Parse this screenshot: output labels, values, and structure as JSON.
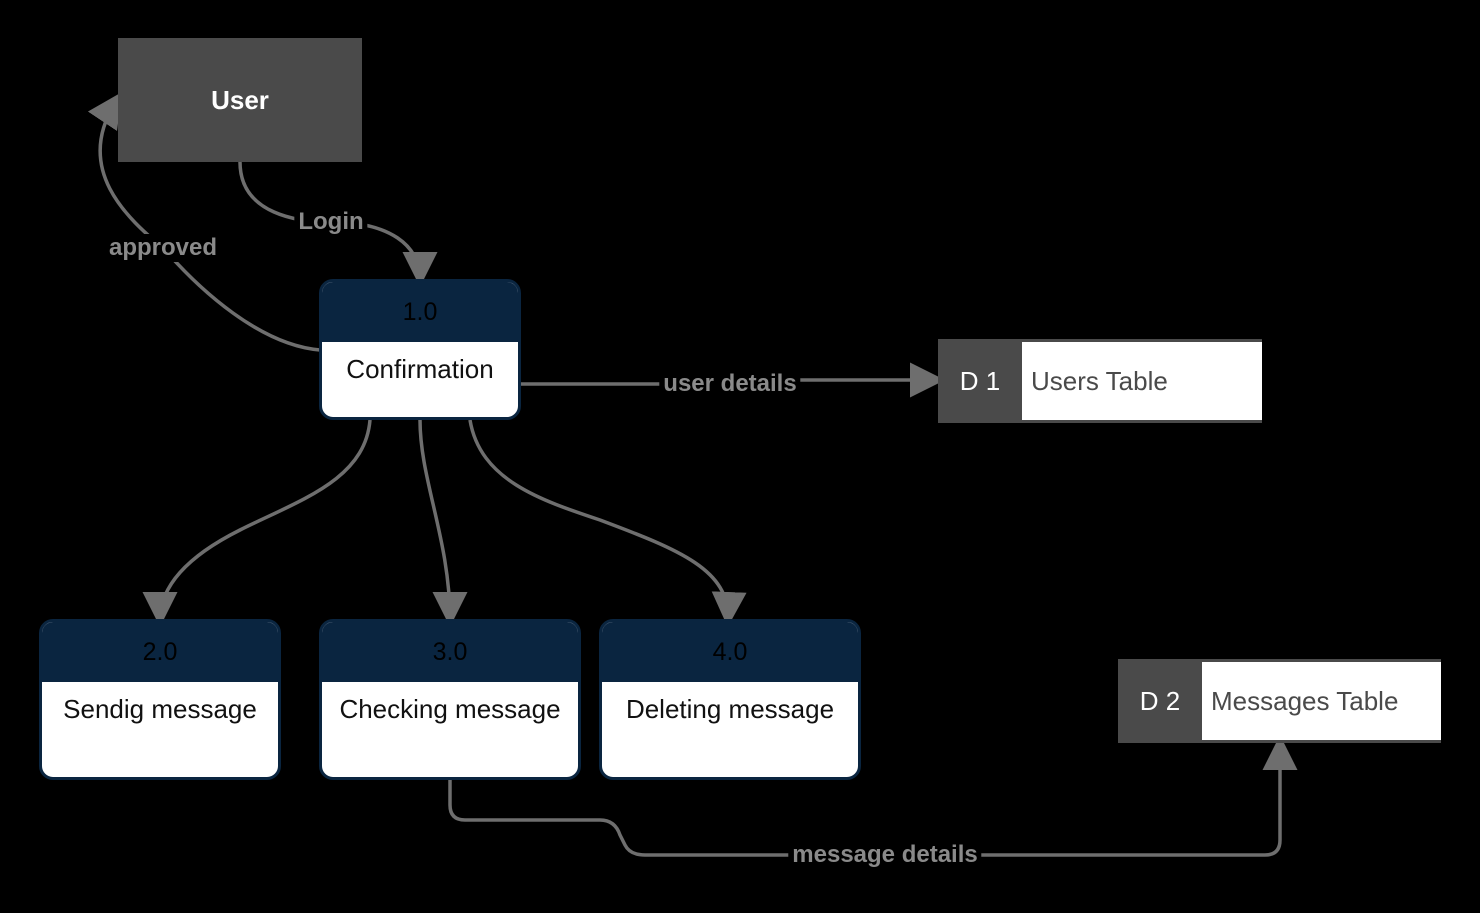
{
  "external_entity": {
    "name": "User"
  },
  "processes": [
    {
      "id": "1.0",
      "name": "Confirmation"
    },
    {
      "id": "2.0",
      "name": "Sendig message"
    },
    {
      "id": "3.0",
      "name": "Checking message"
    },
    {
      "id": "4.0",
      "name": "Deleting message"
    }
  ],
  "data_stores": [
    {
      "id": "D 1",
      "name": "Users Table"
    },
    {
      "id": "D 2",
      "name": "Messages Table"
    }
  ],
  "flows": [
    {
      "label": "Login"
    },
    {
      "label": "approved"
    },
    {
      "label": "user details"
    },
    {
      "label": "message details"
    }
  ],
  "colors": {
    "background": "#000000",
    "entity": "#4a4a4a",
    "process_header": "#0a2540",
    "process_body": "#ffffff",
    "arrow": "#6e6e6e",
    "flow_label": "#8a8a8a"
  }
}
